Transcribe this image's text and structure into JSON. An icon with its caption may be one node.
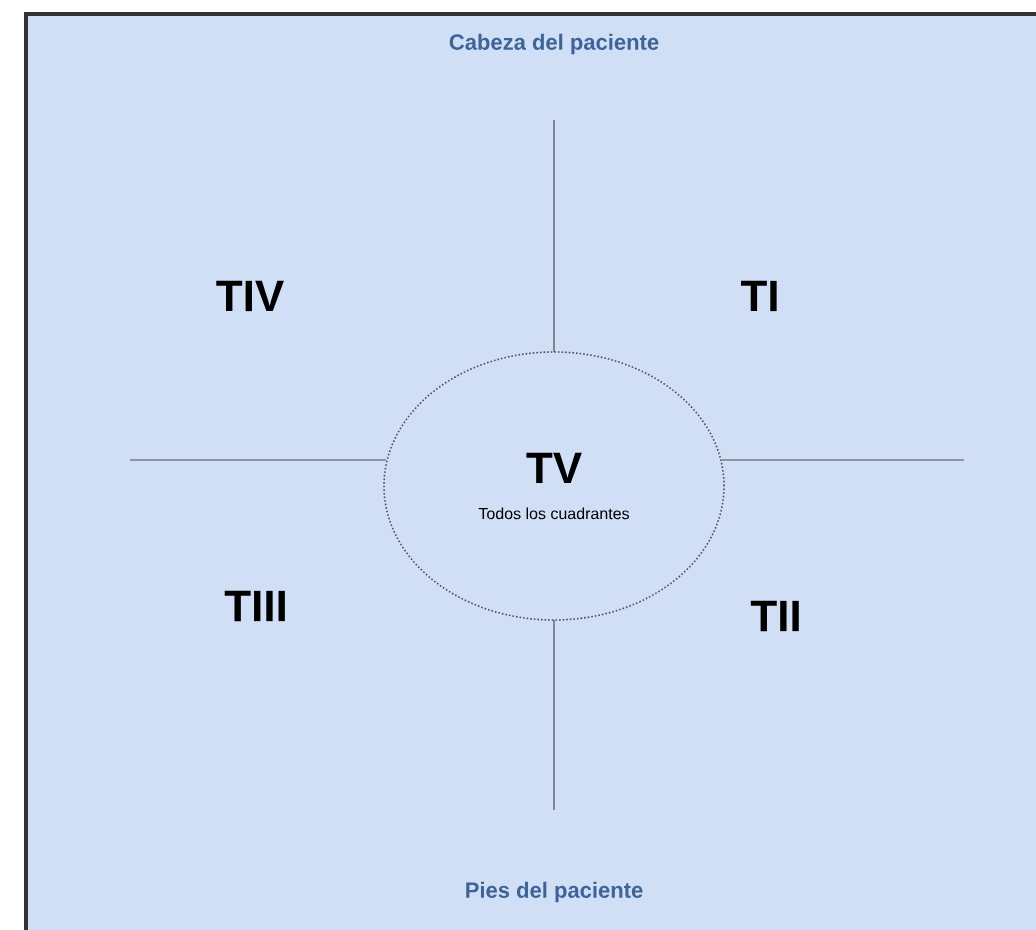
{
  "diagram": {
    "title": "Cabeza del paciente",
    "caption": "Pies del paciente",
    "nodes": [
      {
        "text": [
          "TV",
          "Todos los cuadrantes"
        ]
      }
    ],
    "labels": [
      "TIV",
      "TI",
      "TIII",
      "TII"
    ]
  }
}
